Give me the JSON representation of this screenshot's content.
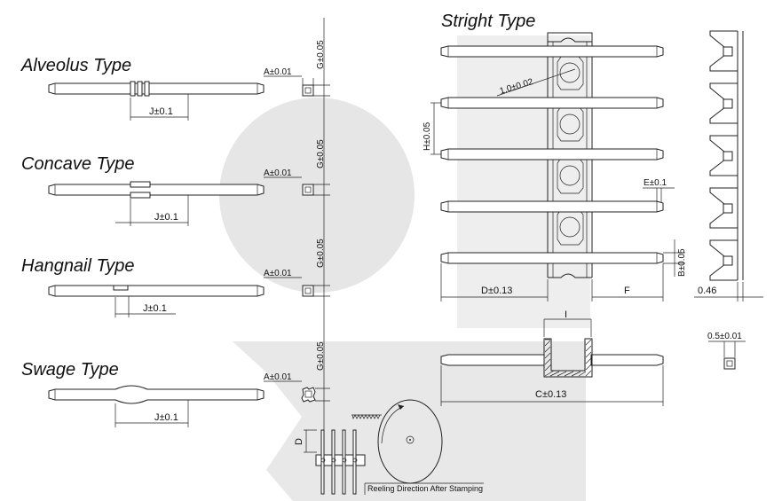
{
  "titles": {
    "alveolus": "Alveolus Type",
    "concave": "Concave Type",
    "hangnail": "Hangnail Type",
    "swage": "Swage Type",
    "stright": "Stright Type"
  },
  "dims": {
    "j": "J±0.1",
    "a": "A±0.01",
    "g": "G±0.05",
    "d_len": "D±0.13",
    "f": "F",
    "h": "H±0.05",
    "e": "E±0.1",
    "b": "B±0.05",
    "thick": "0.46",
    "hole": "1.0±0.02",
    "i": "I",
    "c": "C±0.13",
    "sq": "0.5±0.01",
    "d": "D"
  },
  "reeling_label": "Reeling Direction After Stamping",
  "colors": {
    "watermark": "#e6e6e6",
    "line": "#222222"
  }
}
